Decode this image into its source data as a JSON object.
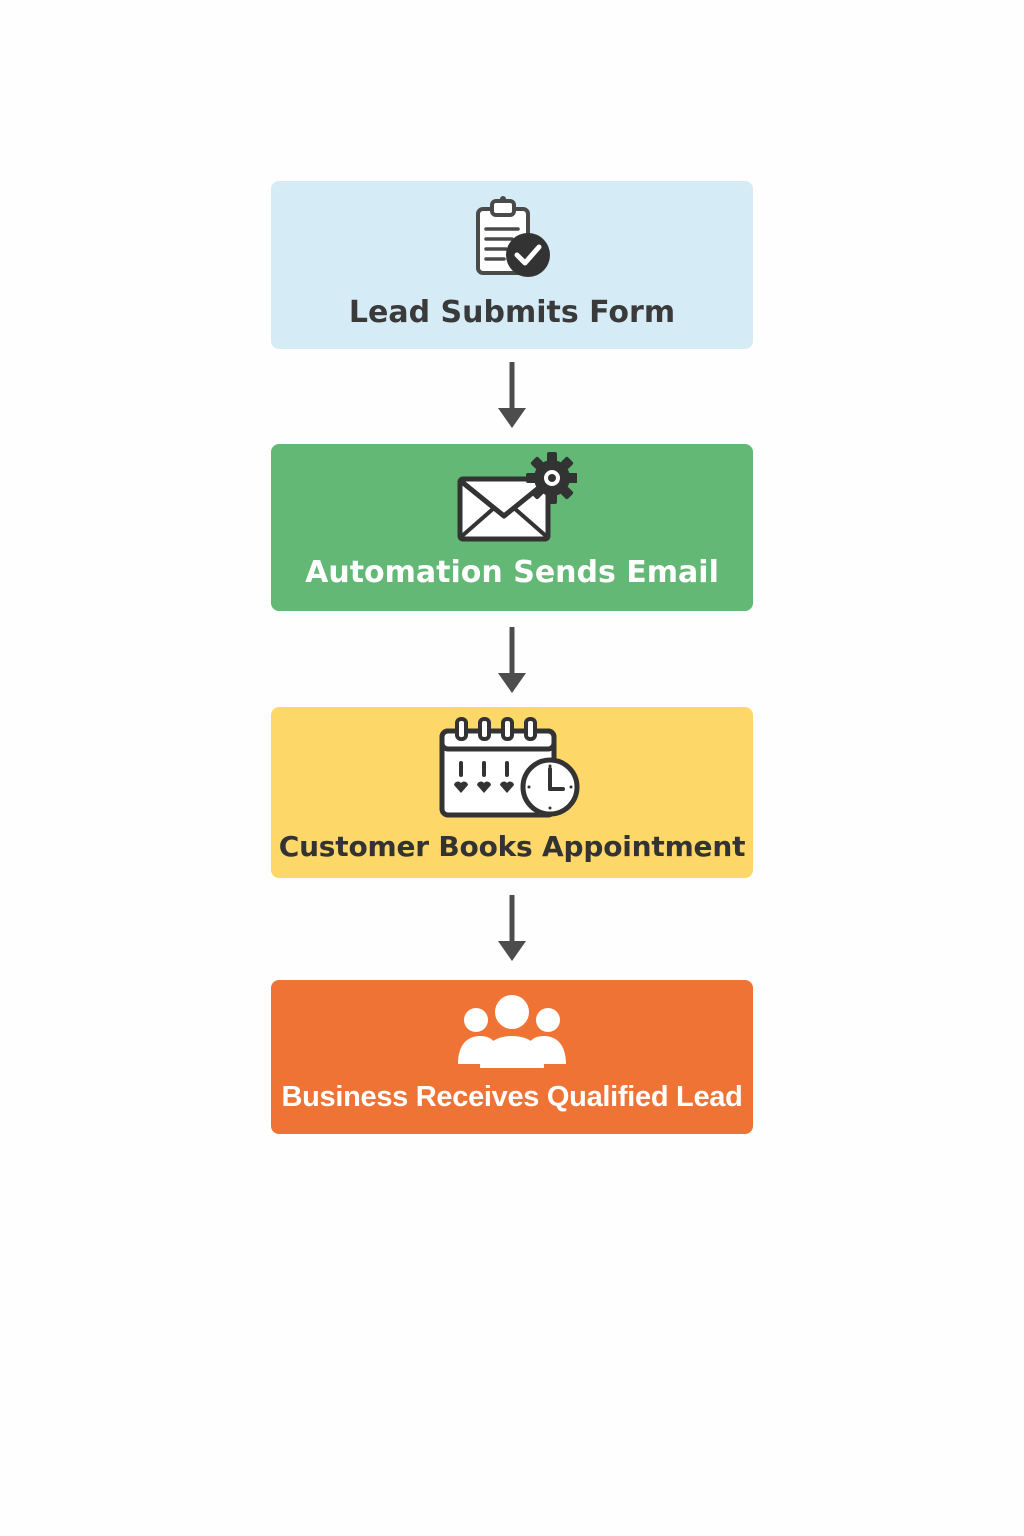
{
  "steps": [
    {
      "label": "Lead Submits Form",
      "icon": "clipboard-check-icon",
      "bg": "#d5ecf7",
      "fg": "#3a3a3a"
    },
    {
      "label": "Automation Sends Email",
      "icon": "email-gear-icon",
      "bg": "#62b874",
      "fg": "#ffffff"
    },
    {
      "label": "Customer Books Appointment",
      "icon": "calendar-clock-icon",
      "bg": "#fdd868",
      "fg": "#333333"
    },
    {
      "label": "Business Receives Qualified Lead",
      "icon": "people-group-icon",
      "bg": "#ef7335",
      "fg": "#ffffff"
    }
  ],
  "colors": {
    "icon_dark": "#3d3d3d",
    "arrow": "#4d4d4d"
  }
}
